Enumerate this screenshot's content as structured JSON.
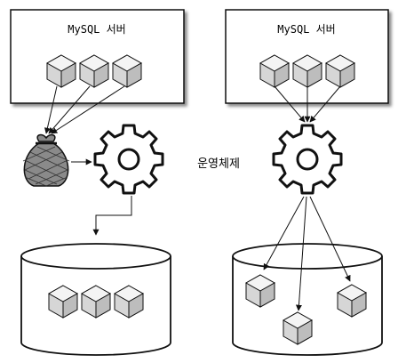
{
  "left_panel": {
    "server_title": "MySQL 서버"
  },
  "right_panel": {
    "server_title": "MySQL 서버"
  },
  "os_label": "운영체제",
  "colors": {
    "stroke": "#111111",
    "cube_face_light": "#f4f4f4",
    "cube_face_mid": "#d6d6d6",
    "cube_face_dark": "#bdbdbd",
    "bag_fill": "#8a8a8a"
  },
  "icons": {
    "gear": "gear-icon",
    "bag": "money-bag-icon",
    "cube": "data-block-cube-icon",
    "disk": "disk-cylinder-icon"
  }
}
